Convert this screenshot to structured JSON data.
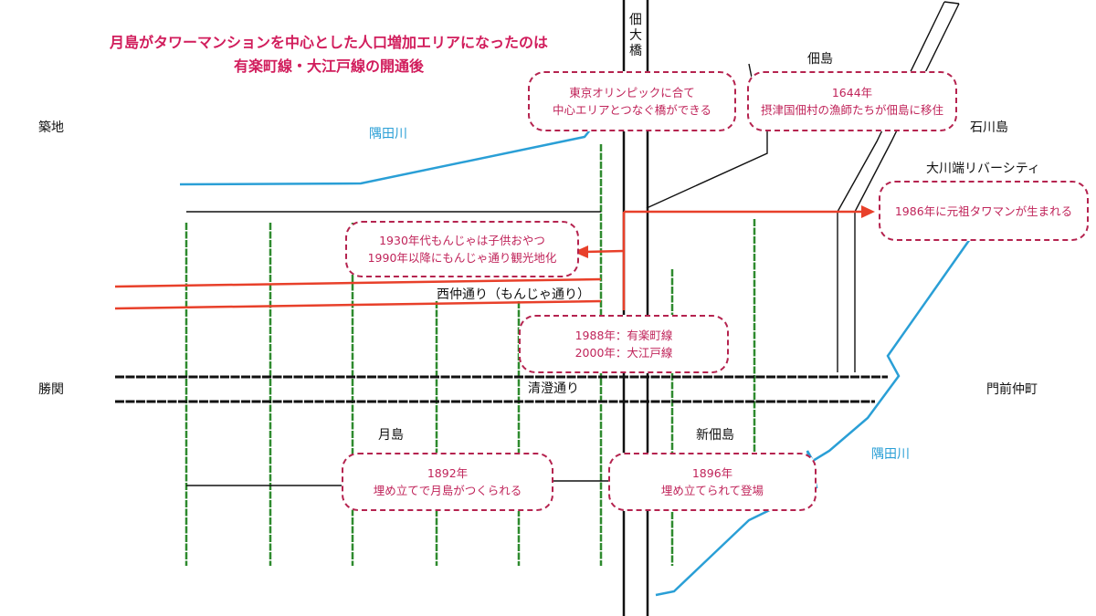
{
  "title": {
    "line1": "月島がタワーマンションを中心とした人口増加エリアになったのは",
    "line2": "有楽町線・大江戸線の開通後"
  },
  "labels": {
    "tsukiji": "築地",
    "kachidoki": "勝関",
    "monzen_nakacho": "門前仲町",
    "tsukishima": "月島",
    "shin_tsukuda": "新佃島",
    "tsukuda": "佃島",
    "ishikawajima": "石川島",
    "okawabata": "大川端リバーシティ",
    "nishinaka": "西仲通り（もんじゃ通り）",
    "kiyosumi": "清澄通り",
    "tsukuda_ohashi": "佃大橋"
  },
  "rivers": {
    "upper": "隅田川",
    "lower": "隅田川"
  },
  "bubbles": {
    "olympic": {
      "line1": "東京オリンピックに合て",
      "line2": "中心エリアとつなぐ橋ができる"
    },
    "y1644": {
      "line1": "1644年",
      "line2": "摂津国佃村の漁師たちが佃島に移住"
    },
    "y1986": {
      "line1": "1986年に元祖タワマンが生まれる"
    },
    "monja": {
      "line1": "1930年代もんじゃは子供おやつ",
      "line2": "1990年以降にもんじゃ通り観光地化"
    },
    "lines": {
      "line1": "1988年：有楽町線",
      "line2": "2000年：大江戸線"
    },
    "y1892": {
      "line1": "1892年",
      "line2": "埋め立てで月島がつくられる"
    },
    "y1896": {
      "line1": "1896年",
      "line2": "埋め立てられて登場"
    }
  },
  "colors": {
    "title": "#d11d5c",
    "bubble_border": "#b5234f",
    "bubble_text": "#c0245a",
    "river": "#2a9fd6",
    "street": "#2e8a2e",
    "subway": "#e8402a",
    "road": "#111111"
  }
}
